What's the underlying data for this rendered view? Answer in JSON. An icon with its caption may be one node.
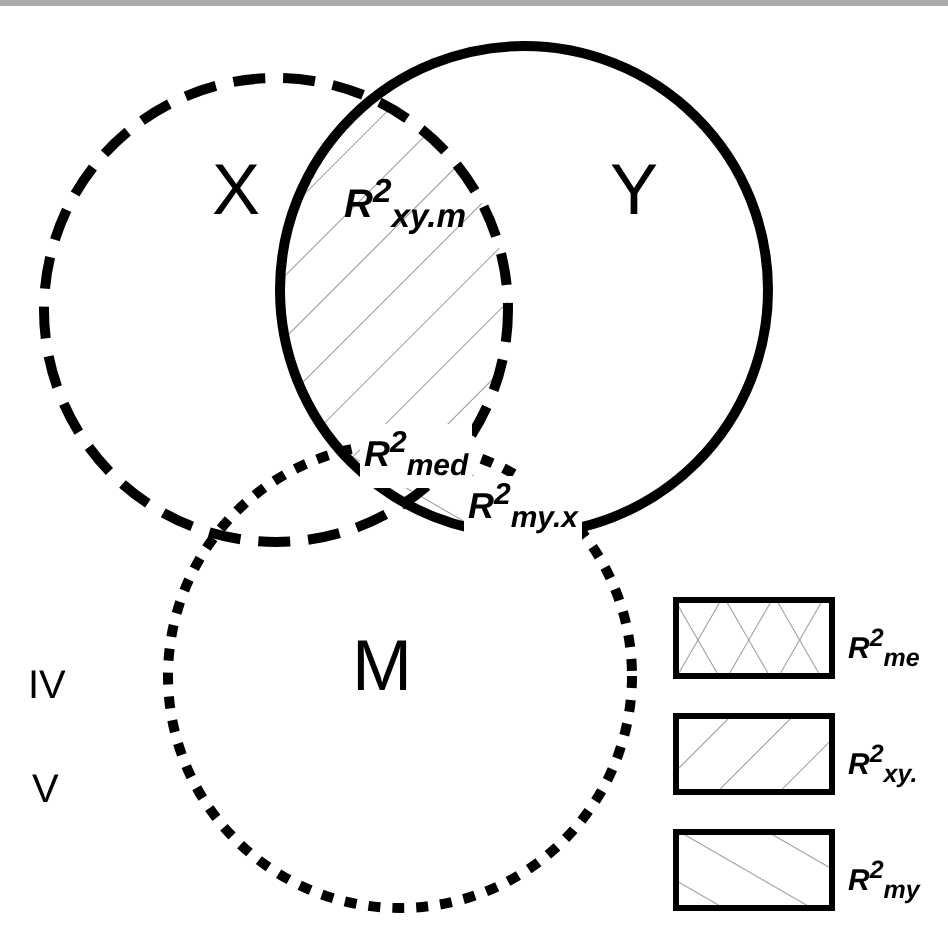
{
  "diagram": {
    "nodes": [
      {
        "text": [
          "X"
        ]
      },
      {
        "text": [
          "Y"
        ]
      },
      {
        "text": [
          "M"
        ]
      }
    ],
    "edges": [],
    "labels": [
      "R$^{2}$$_{xy.m}$",
      "R$^{2}$$_{med}$",
      "R$^{2}$$_{my.x}$",
      "IV",
      "V"
    ],
    "legend": [
      {
        "text": "R$^{2}$$_{me}$"
      },
      {
        "text": "R$^{2}$$_{xy.}$"
      },
      {
        "text": "R$^{2}$$_{my}$"
      }
    ]
  }
}
